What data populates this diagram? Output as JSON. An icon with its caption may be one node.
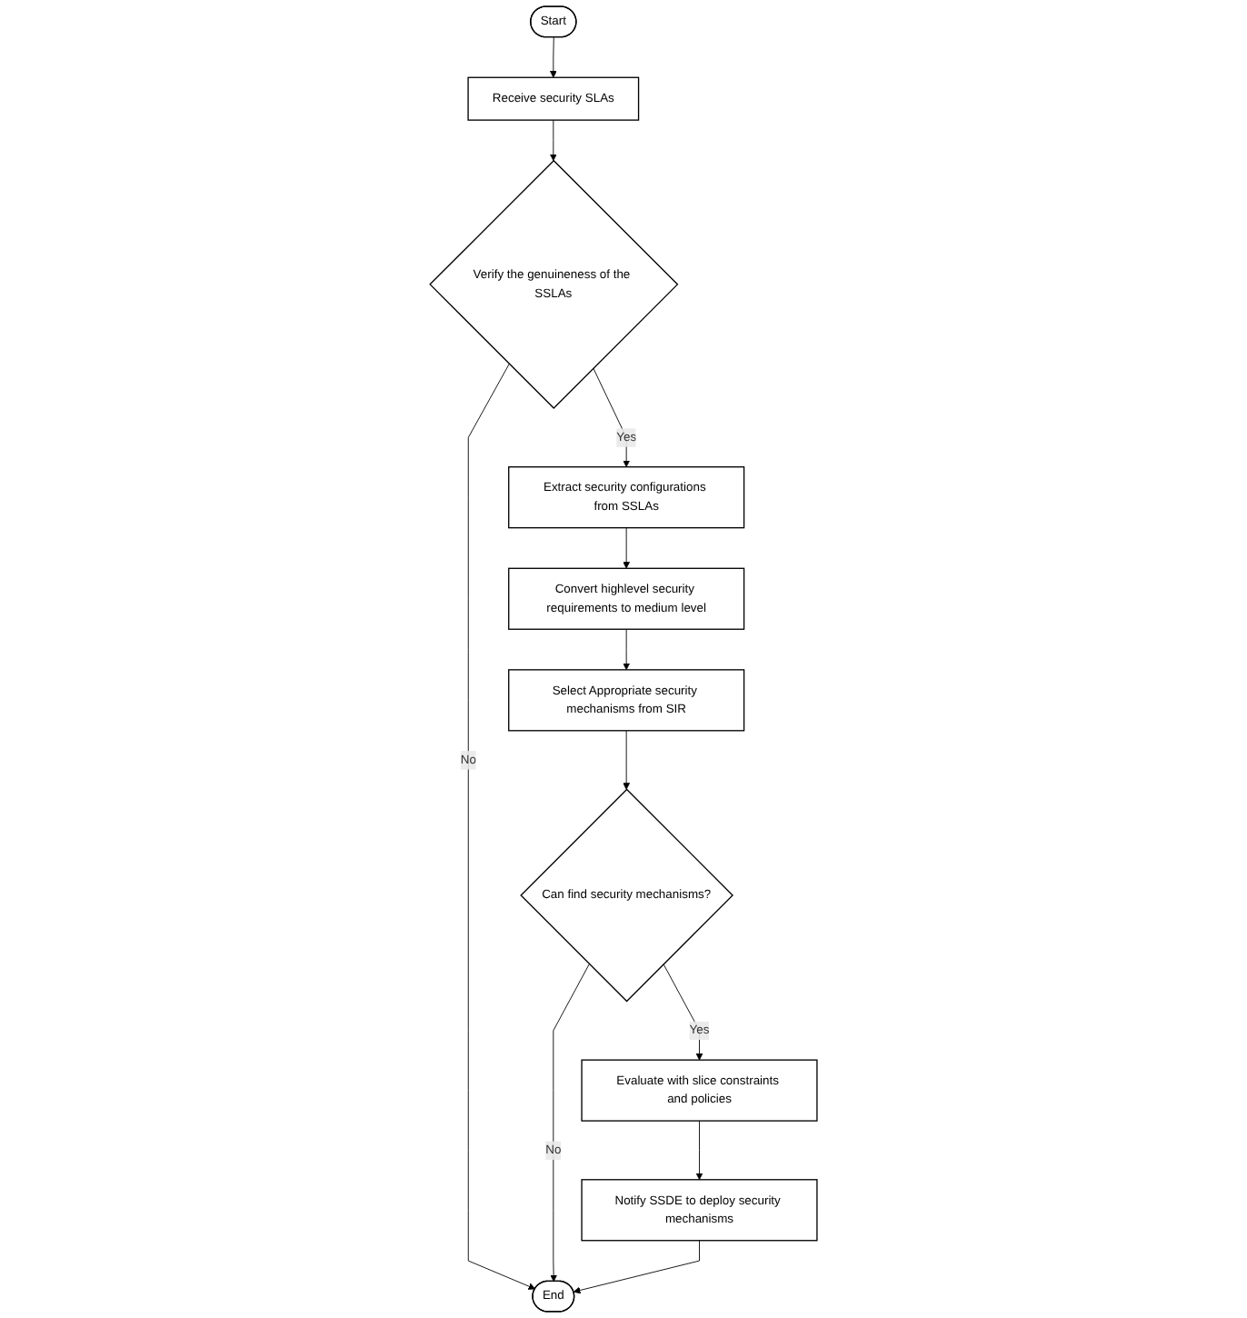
{
  "diagram": {
    "nodes": [
      {
        "text": [
          "Start"
        ]
      },
      {
        "text": [
          "Receive security SLAs"
        ]
      },
      {
        "text": [
          "Verify the genuineness of the SSLAs"
        ]
      },
      {
        "text": [
          "Extract security configurations from SSLAs"
        ]
      },
      {
        "text": [
          "Convert highlevel security requirements to medium level"
        ]
      },
      {
        "text": [
          "Select Appropriate security mechanisms from SIR"
        ]
      },
      {
        "text": [
          "Can find security mechanisms?"
        ]
      },
      {
        "text": [
          "Evaluate with slice constraints and policies"
        ]
      },
      {
        "text": [
          "Notify SSDE to deploy security mechanisms"
        ]
      },
      {
        "text": [
          "End"
        ]
      }
    ],
    "edges": [
      {
        "from": 0,
        "to": 1,
        "arrow": "to"
      },
      {
        "from": 1,
        "to": 2,
        "arrow": "to"
      },
      {
        "from": 2,
        "to": 3,
        "arrow": "to",
        "label": "Yes"
      },
      {
        "from": 2,
        "to": 9,
        "arrow": "to",
        "label": "No"
      },
      {
        "from": 3,
        "to": 4,
        "arrow": "to"
      },
      {
        "from": 4,
        "to": 5,
        "arrow": "to"
      },
      {
        "from": 5,
        "to": 6,
        "arrow": "to"
      },
      {
        "from": 6,
        "to": 7,
        "arrow": "to",
        "label": "Yes"
      },
      {
        "from": 6,
        "to": 9,
        "arrow": "to",
        "label": "No"
      },
      {
        "from": 7,
        "to": 8,
        "arrow": "to"
      },
      {
        "from": 8,
        "to": 9,
        "arrow": "to"
      }
    ]
  }
}
